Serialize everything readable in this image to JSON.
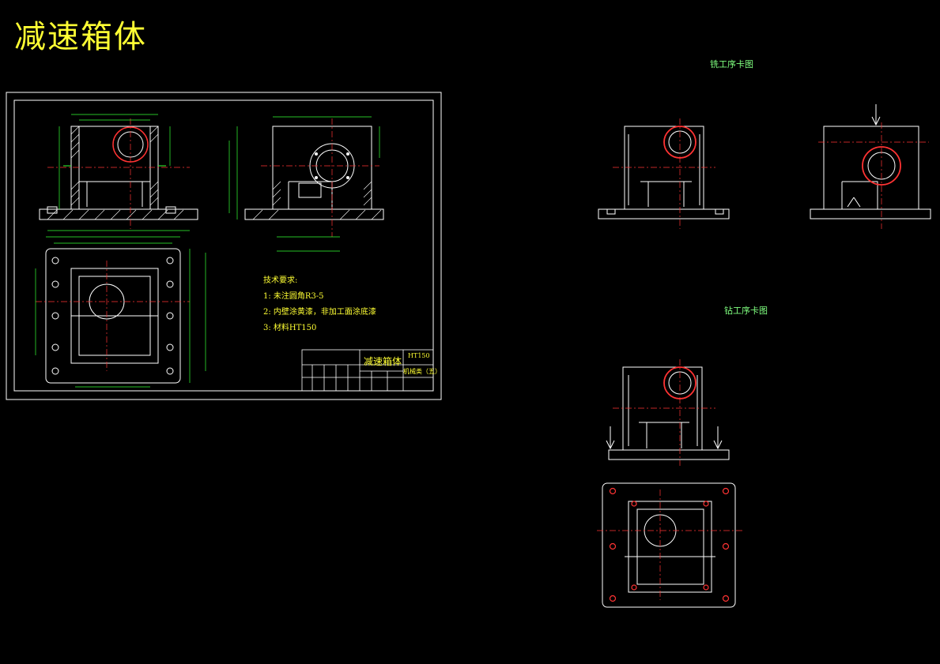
{
  "drawing": {
    "main_title": "减速箱体",
    "tech_requirements": {
      "heading": "技术要求:",
      "items": [
        "1: 未注圆角R3-5",
        "2: 内壁涂黄漆，非加工面涂底漆",
        "3: 材料HT150"
      ]
    },
    "title_block": {
      "part_name": "减速箱体",
      "material": "HT150",
      "org": "机械类（五）"
    },
    "right_views": {
      "view1_caption": "铣工序卡图",
      "view2_caption": "钻工序卡图"
    }
  },
  "colors": {
    "background": "#000000",
    "line": "#ffffff",
    "center": "#ff3333",
    "dim": "#33ff33",
    "title": "#ffff33",
    "green_text": "#7fff7f"
  }
}
